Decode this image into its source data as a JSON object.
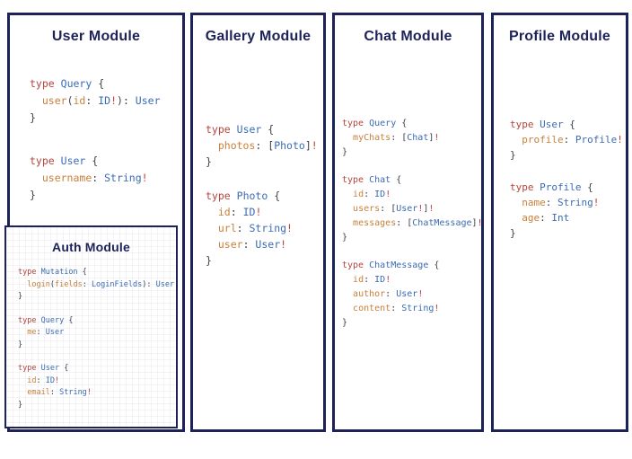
{
  "palette": {
    "navy": "#1d2259",
    "red": "#b5443e",
    "blue": "#3c6bb4",
    "orange": "#c8803c",
    "punct": "#3d4148",
    "background": "#ffffff"
  },
  "modules": {
    "user": {
      "title": "User Module",
      "blocks": [
        [
          [
            [
              "kw",
              "type"
            ],
            [
              "pu",
              " "
            ],
            [
              "ty",
              "Query"
            ],
            [
              "pu",
              " {"
            ]
          ],
          [
            [
              "pu",
              "  "
            ],
            [
              "fd",
              "user"
            ],
            [
              "pu",
              "("
            ],
            [
              "fd",
              "id"
            ],
            [
              "pu",
              ": "
            ],
            [
              "ty",
              "ID"
            ],
            [
              "ex",
              "!"
            ],
            [
              "pu",
              "): "
            ],
            [
              "ty",
              "User"
            ]
          ],
          [
            [
              "pu",
              "}"
            ]
          ]
        ],
        [
          [
            [
              "kw",
              "type"
            ],
            [
              "pu",
              " "
            ],
            [
              "ty",
              "User"
            ],
            [
              "pu",
              " {"
            ]
          ],
          [
            [
              "pu",
              "  "
            ],
            [
              "fd",
              "username"
            ],
            [
              "pu",
              ": "
            ],
            [
              "ty",
              "String"
            ],
            [
              "ex",
              "!"
            ]
          ],
          [
            [
              "pu",
              "}"
            ]
          ]
        ]
      ]
    },
    "auth": {
      "title": "Auth Module",
      "blocks": [
        [
          [
            [
              "kw",
              "type"
            ],
            [
              "pu",
              " "
            ],
            [
              "ty",
              "Mutation"
            ],
            [
              "pu",
              " {"
            ]
          ],
          [
            [
              "pu",
              "  "
            ],
            [
              "fd",
              "login"
            ],
            [
              "pu",
              "("
            ],
            [
              "fd",
              "fields"
            ],
            [
              "pu",
              ": "
            ],
            [
              "ty",
              "LoginFields"
            ],
            [
              "pu",
              "): "
            ],
            [
              "ty",
              "User"
            ]
          ],
          [
            [
              "pu",
              "}"
            ]
          ]
        ],
        [
          [
            [
              "kw",
              "type"
            ],
            [
              "pu",
              " "
            ],
            [
              "ty",
              "Query"
            ],
            [
              "pu",
              " {"
            ]
          ],
          [
            [
              "pu",
              "  "
            ],
            [
              "fd",
              "me"
            ],
            [
              "pu",
              ": "
            ],
            [
              "ty",
              "User"
            ]
          ],
          [
            [
              "pu",
              "}"
            ]
          ]
        ],
        [
          [
            [
              "kw",
              "type"
            ],
            [
              "pu",
              " "
            ],
            [
              "ty",
              "User"
            ],
            [
              "pu",
              " {"
            ]
          ],
          [
            [
              "pu",
              "  "
            ],
            [
              "fd",
              "id"
            ],
            [
              "pu",
              ": "
            ],
            [
              "ty",
              "ID"
            ],
            [
              "ex",
              "!"
            ]
          ],
          [
            [
              "pu",
              "  "
            ],
            [
              "fd",
              "email"
            ],
            [
              "pu",
              ": "
            ],
            [
              "ty",
              "String"
            ],
            [
              "ex",
              "!"
            ]
          ],
          [
            [
              "pu",
              "}"
            ]
          ]
        ]
      ]
    },
    "gallery": {
      "title": "Gallery Module",
      "blocks": [
        [
          [
            [
              "kw",
              "type"
            ],
            [
              "pu",
              " "
            ],
            [
              "ty",
              "User"
            ],
            [
              "pu",
              " {"
            ]
          ],
          [
            [
              "pu",
              "  "
            ],
            [
              "fd",
              "photos"
            ],
            [
              "pu",
              ": ["
            ],
            [
              "ty",
              "Photo"
            ],
            [
              "pu",
              "]"
            ],
            [
              "ex",
              "!"
            ]
          ],
          [
            [
              "pu",
              "}"
            ]
          ]
        ],
        [
          [
            [
              "kw",
              "type"
            ],
            [
              "pu",
              " "
            ],
            [
              "ty",
              "Photo"
            ],
            [
              "pu",
              " {"
            ]
          ],
          [
            [
              "pu",
              "  "
            ],
            [
              "fd",
              "id"
            ],
            [
              "pu",
              ": "
            ],
            [
              "ty",
              "ID"
            ],
            [
              "ex",
              "!"
            ]
          ],
          [
            [
              "pu",
              "  "
            ],
            [
              "fd",
              "url"
            ],
            [
              "pu",
              ": "
            ],
            [
              "ty",
              "String"
            ],
            [
              "ex",
              "!"
            ]
          ],
          [
            [
              "pu",
              "  "
            ],
            [
              "fd",
              "user"
            ],
            [
              "pu",
              ": "
            ],
            [
              "ty",
              "User"
            ],
            [
              "ex",
              "!"
            ]
          ],
          [
            [
              "pu",
              "}"
            ]
          ]
        ]
      ]
    },
    "chat": {
      "title": "Chat Module",
      "blocks": [
        [
          [
            [
              "kw",
              "type"
            ],
            [
              "pu",
              " "
            ],
            [
              "ty",
              "Query"
            ],
            [
              "pu",
              " {"
            ]
          ],
          [
            [
              "pu",
              "  "
            ],
            [
              "fd",
              "myChats"
            ],
            [
              "pu",
              ": ["
            ],
            [
              "ty",
              "Chat"
            ],
            [
              "pu",
              "]"
            ],
            [
              "ex",
              "!"
            ]
          ],
          [
            [
              "pu",
              "}"
            ]
          ]
        ],
        [
          [
            [
              "kw",
              "type"
            ],
            [
              "pu",
              " "
            ],
            [
              "ty",
              "Chat"
            ],
            [
              "pu",
              " {"
            ]
          ],
          [
            [
              "pu",
              "  "
            ],
            [
              "fd",
              "id"
            ],
            [
              "pu",
              ": "
            ],
            [
              "ty",
              "ID"
            ],
            [
              "ex",
              "!"
            ]
          ],
          [
            [
              "pu",
              "  "
            ],
            [
              "fd",
              "users"
            ],
            [
              "pu",
              ": ["
            ],
            [
              "ty",
              "User"
            ],
            [
              "ex",
              "!"
            ],
            [
              "pu",
              "]"
            ],
            [
              "ex",
              "!"
            ]
          ],
          [
            [
              "pu",
              "  "
            ],
            [
              "fd",
              "messages"
            ],
            [
              "pu",
              ": ["
            ],
            [
              "ty",
              "ChatMessage"
            ],
            [
              "pu",
              "]"
            ],
            [
              "ex",
              "!"
            ]
          ],
          [
            [
              "pu",
              "}"
            ]
          ]
        ],
        [
          [
            [
              "kw",
              "type"
            ],
            [
              "pu",
              " "
            ],
            [
              "ty",
              "ChatMessage"
            ],
            [
              "pu",
              " {"
            ]
          ],
          [
            [
              "pu",
              "  "
            ],
            [
              "fd",
              "id"
            ],
            [
              "pu",
              ": "
            ],
            [
              "ty",
              "ID"
            ],
            [
              "ex",
              "!"
            ]
          ],
          [
            [
              "pu",
              "  "
            ],
            [
              "fd",
              "author"
            ],
            [
              "pu",
              ": "
            ],
            [
              "ty",
              "User"
            ],
            [
              "ex",
              "!"
            ]
          ],
          [
            [
              "pu",
              "  "
            ],
            [
              "fd",
              "content"
            ],
            [
              "pu",
              ": "
            ],
            [
              "ty",
              "String"
            ],
            [
              "ex",
              "!"
            ]
          ],
          [
            [
              "pu",
              "}"
            ]
          ]
        ]
      ]
    },
    "profile": {
      "title": "Profile Module",
      "blocks": [
        [
          [
            [
              "kw",
              "type"
            ],
            [
              "pu",
              " "
            ],
            [
              "ty",
              "User"
            ],
            [
              "pu",
              " {"
            ]
          ],
          [
            [
              "pu",
              "  "
            ],
            [
              "fd",
              "profile"
            ],
            [
              "pu",
              ": "
            ],
            [
              "ty",
              "Profile"
            ],
            [
              "ex",
              "!"
            ]
          ],
          [
            [
              "pu",
              "}"
            ]
          ]
        ],
        [
          [
            [
              "kw",
              "type"
            ],
            [
              "pu",
              " "
            ],
            [
              "ty",
              "Profile"
            ],
            [
              "pu",
              " {"
            ]
          ],
          [
            [
              "pu",
              "  "
            ],
            [
              "fd",
              "name"
            ],
            [
              "pu",
              ": "
            ],
            [
              "ty",
              "String"
            ],
            [
              "ex",
              "!"
            ]
          ],
          [
            [
              "pu",
              "  "
            ],
            [
              "fd",
              "age"
            ],
            [
              "pu",
              ": "
            ],
            [
              "ty",
              "Int"
            ]
          ],
          [
            [
              "pu",
              "}"
            ]
          ]
        ]
      ]
    }
  }
}
